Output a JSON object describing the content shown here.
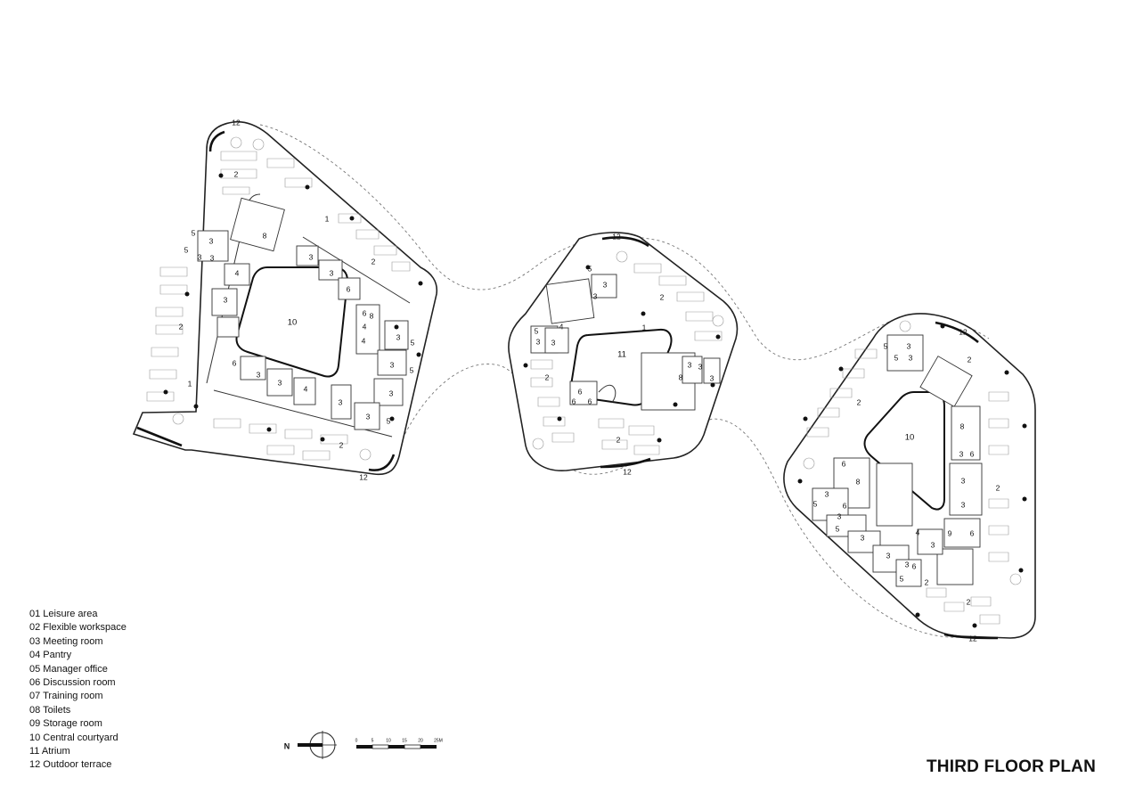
{
  "title": "THIRD FLOOR PLAN",
  "legend": [
    "01 Leisure area",
    "02 Flexible workspace",
    "03 Meeting room",
    "04 Pantry",
    "05 Manager office",
    "06 Discussion room",
    "07 Training room",
    "08 Toilets",
    "09 Storage room",
    "10 Central courtyard",
    "11 Atrium",
    "12 Outdoor terrace"
  ],
  "buildings": {
    "west": {
      "court_label": "10",
      "terrace_labels": [
        "12",
        "12"
      ],
      "leisure_labels": [
        "1",
        "1"
      ],
      "workspace_labels": [
        "2",
        "2",
        "2",
        "2"
      ],
      "meeting_labels": [
        "3",
        "3",
        "3",
        "3",
        "3",
        "3",
        "3",
        "3",
        "3",
        "3",
        "3",
        "3",
        "3"
      ],
      "pantry_labels": [
        "4",
        "4",
        "4",
        "4"
      ],
      "manager_labels": [
        "5",
        "5",
        "5",
        "5",
        "5"
      ],
      "discussion_labels": [
        "6",
        "6",
        "6"
      ],
      "toilet_labels": [
        "8",
        "8"
      ]
    },
    "middle": {
      "atrium_label": "11",
      "terrace_labels": [
        "12",
        "12"
      ],
      "leisure_labels": [
        "1"
      ],
      "workspace_labels": [
        "2",
        "2",
        "2"
      ],
      "meeting_labels": [
        "3",
        "3",
        "3",
        "3",
        "3",
        "3",
        "3"
      ],
      "pantry_labels": [
        "4"
      ],
      "manager_labels": [
        "5",
        "5"
      ],
      "discussion_labels": [
        "6",
        "6",
        "6"
      ],
      "toilet_labels": [
        "8"
      ]
    },
    "east": {
      "court_label": "10",
      "terrace_labels": [
        "12",
        "12"
      ],
      "workspace_labels": [
        "2",
        "2",
        "2",
        "2",
        "2"
      ],
      "meeting_labels": [
        "3",
        "3",
        "3",
        "3",
        "3",
        "3",
        "3",
        "3",
        "3",
        "3",
        "3"
      ],
      "pantry_labels": [
        "4"
      ],
      "manager_labels": [
        "5",
        "5",
        "5",
        "5",
        "5"
      ],
      "discussion_labels": [
        "6",
        "6",
        "6",
        "6",
        "6"
      ],
      "toilet_labels": [
        "8",
        "8"
      ],
      "storage_labels": [
        "9"
      ]
    }
  },
  "north_arrow": {
    "letter": "N",
    "icon": "north-arrow-icon"
  },
  "scale_bar": {
    "ticks": [
      "0",
      "5",
      "10",
      "15",
      "20",
      "25M"
    ],
    "icon": "scale-bar-icon"
  }
}
